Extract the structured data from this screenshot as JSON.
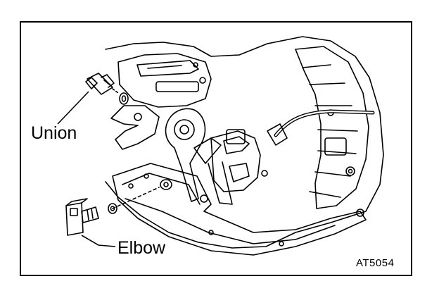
{
  "labels": {
    "union": "Union",
    "elbow": "Elbow",
    "figure_code": "AT5054"
  },
  "colors": {
    "ink": "#000000",
    "paper": "#ffffff"
  }
}
